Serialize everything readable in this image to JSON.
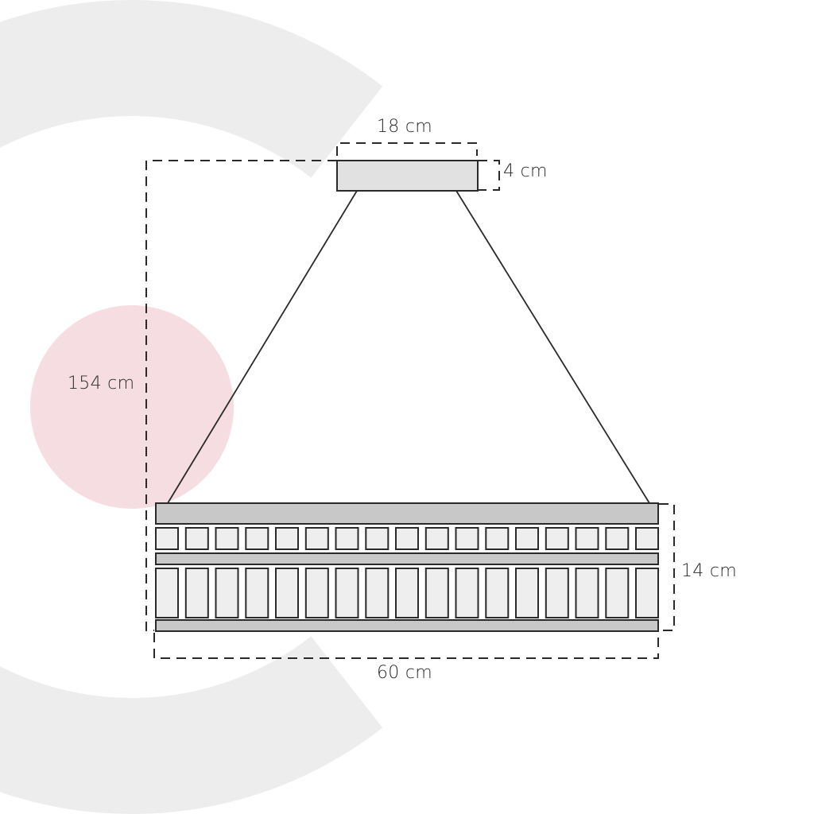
{
  "diagram": {
    "subject": "pendant lamp dimensions",
    "colors": {
      "background": "#ffffff",
      "ring": "#ededed",
      "accent_circle": "#f6dde2",
      "canopy_fill": "#e1e1e1",
      "bar_fill": "#c8c8c8",
      "cell_fill": "#eeeeee",
      "stroke": "#2a2a2a",
      "text": "#2a2a2a"
    },
    "dimensions": {
      "canopy_width": {
        "label": "18 cm",
        "value": 18,
        "unit": "cm"
      },
      "canopy_height": {
        "label": "4 cm",
        "value": 4,
        "unit": "cm"
      },
      "total_drop": {
        "label": "154 cm",
        "value": 154,
        "unit": "cm"
      },
      "body_height": {
        "label": "14 cm",
        "value": 14,
        "unit": "cm"
      },
      "body_width": {
        "label": "60 cm",
        "value": 60,
        "unit": "cm"
      }
    },
    "body": {
      "column_count": 17,
      "rows": [
        "top-bar",
        "short-cells",
        "mid-bar",
        "tall-cells",
        "bottom-bar"
      ]
    }
  }
}
